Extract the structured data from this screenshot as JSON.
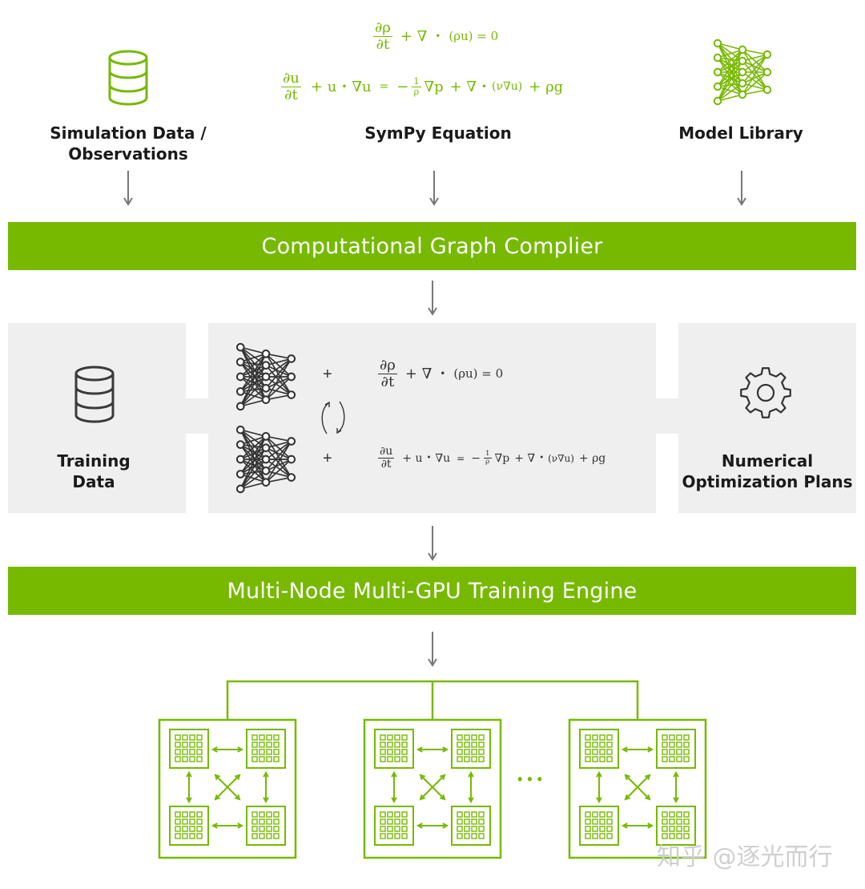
{
  "top": {
    "sim_label_line1": "Simulation Data /",
    "sim_label_line2": "Observations",
    "sympy_label": "SymPy Equation",
    "model_label": "Model Library",
    "eq1": {
      "num": "∂ρ",
      "den": "∂t",
      "rest_a": "+ ∇",
      "dot": "•",
      "rest_b": "(ρu) = 0"
    },
    "eq2": {
      "num": "∂u",
      "den": "∂t",
      "part_a": "+  u",
      "dot": "•",
      "part_b": "∇u",
      "eq": "=",
      "minus": "−",
      "frac_num": "1",
      "frac_den": "ρ",
      "part_c": "∇p",
      "part_d": "+ ∇",
      "dot2": "•",
      "part_e": "(ν∇u)",
      "part_f": "+ ρg"
    }
  },
  "bars": {
    "compiler": "Computational Graph Complier",
    "engine": "Multi-Node Multi-GPU Training Engine"
  },
  "middle": {
    "training_line1": "Training",
    "training_line2": "Data",
    "numerical_line1": "Numerical",
    "numerical_line2": "Optimization Plans",
    "plus": "+"
  },
  "bottom": {
    "ellipsis": "•••"
  },
  "watermark": "知乎 @逐光而行",
  "colors": {
    "accent": "#76b900",
    "panel": "#efefef",
    "arrow": "#777777"
  }
}
